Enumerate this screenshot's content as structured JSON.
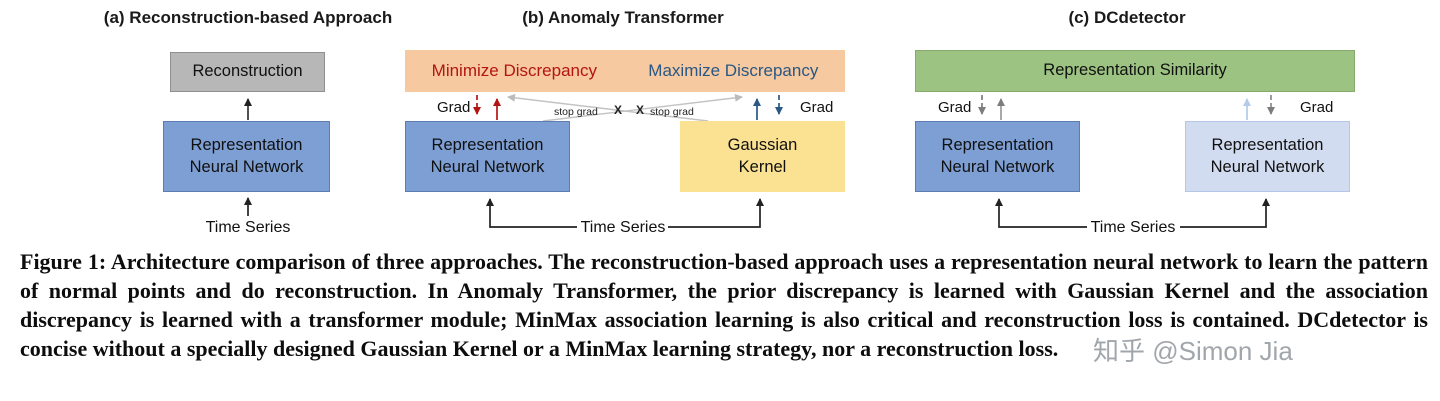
{
  "figure": {
    "panel_a": {
      "title": "(a) Reconstruction-based Approach",
      "boxes": {
        "reconstruction": "Reconstruction",
        "network": "Representation\nNeural Network"
      },
      "labels": {
        "time_series": "Time Series"
      }
    },
    "panel_b": {
      "title": "(b) Anomaly Transformer",
      "boxes": {
        "discrepancy_min": "Minimize Discrepancy",
        "discrepancy_max": "Maximize Discrepancy",
        "network": "Representation\nNeural Network",
        "kernel": "Gaussian\nKernel"
      },
      "labels": {
        "grad_left": "Grad",
        "grad_right": "Grad",
        "stop_grad_left": "stop grad",
        "stop_grad_right": "stop grad",
        "x_left": "X",
        "x_right": "X",
        "time_series": "Time Series"
      }
    },
    "panel_c": {
      "title": "(c) DCdetector",
      "boxes": {
        "similarity": "Representation Similarity",
        "network_left": "Representation\nNeural Network",
        "network_right": "Representation\nNeural Network"
      },
      "labels": {
        "grad_left": "Grad",
        "grad_right": "Grad",
        "time_series": "Time Series"
      }
    }
  },
  "caption": "Figure 1: Architecture comparison of three approaches. The reconstruction-based approach uses a representation neural network to learn the pattern of normal points and do reconstruction. In Anomaly Transformer, the prior discrepancy is learned with Gaussian Kernel and the association discrepancy is learned with a transformer module; MinMax association learning is also critical and reconstruction loss is contained. DCdetector is concise without a specially designed Gaussian Kernel or a MinMax learning strategy, nor a reconstruction loss.",
  "watermark": "知乎 @Simon Jia",
  "colors": {
    "reconstruction_box": "#b7b7b7",
    "network_box": "#7e9fd4",
    "discrepancy_box": "#f6c9a0",
    "kernel_box": "#fbe292",
    "similarity_box": "#9dc383",
    "network_box_light": "#d2dcf0",
    "minimize_text": "#b31515",
    "maximize_text": "#2a5783"
  }
}
